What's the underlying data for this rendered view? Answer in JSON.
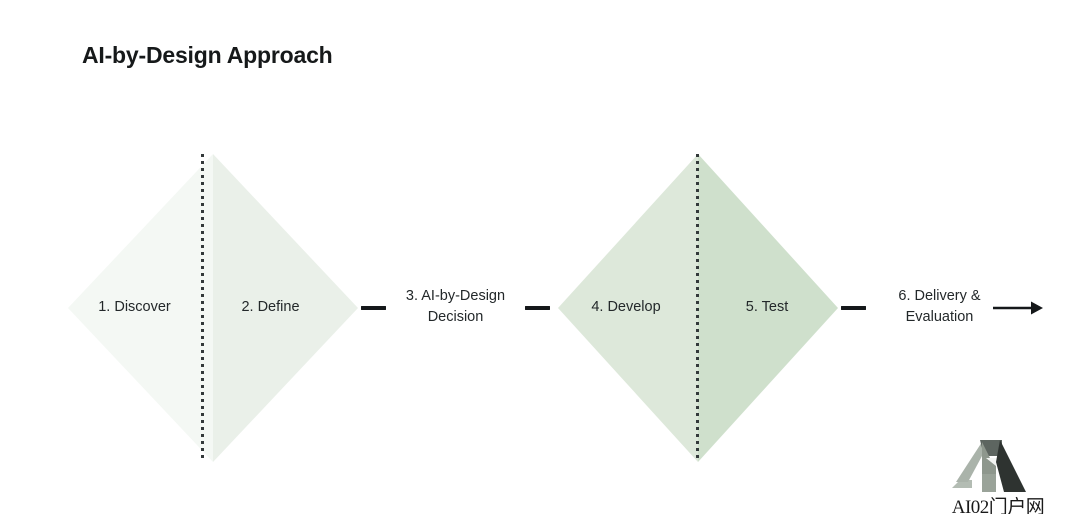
{
  "slide": {
    "title": "AI-by-Design Approach",
    "background_color": "#ffffff"
  },
  "diagram": {
    "type": "double-diamond",
    "divider_style": "dotted",
    "diamonds": [
      {
        "name": "discover-define-diamond",
        "left_half": {
          "label": "1. Discover",
          "fill": "#f4f8f4"
        },
        "right_half": {
          "label": "2. Define",
          "fill": "#eaf0e9"
        }
      },
      {
        "name": "develop-test-diamond",
        "left_half": {
          "label": "4. Develop",
          "fill": "#dde8da"
        },
        "right_half": {
          "label": "5. Test",
          "fill": "#cfe0cc"
        }
      }
    ],
    "steps": [
      {
        "label_line1": "3. AI-by-Design",
        "label_line2": "Decision"
      },
      {
        "label_line1": "6. Delivery &",
        "label_line2": "Evaluation"
      }
    ],
    "connector_color": "#15181a",
    "arrow_label": "arrow-right"
  },
  "watermark": {
    "text": "AI02门户网",
    "mark_colors": {
      "light": "#b3bcb3",
      "mid": "#8e978d",
      "dark": "#2e3330"
    }
  }
}
